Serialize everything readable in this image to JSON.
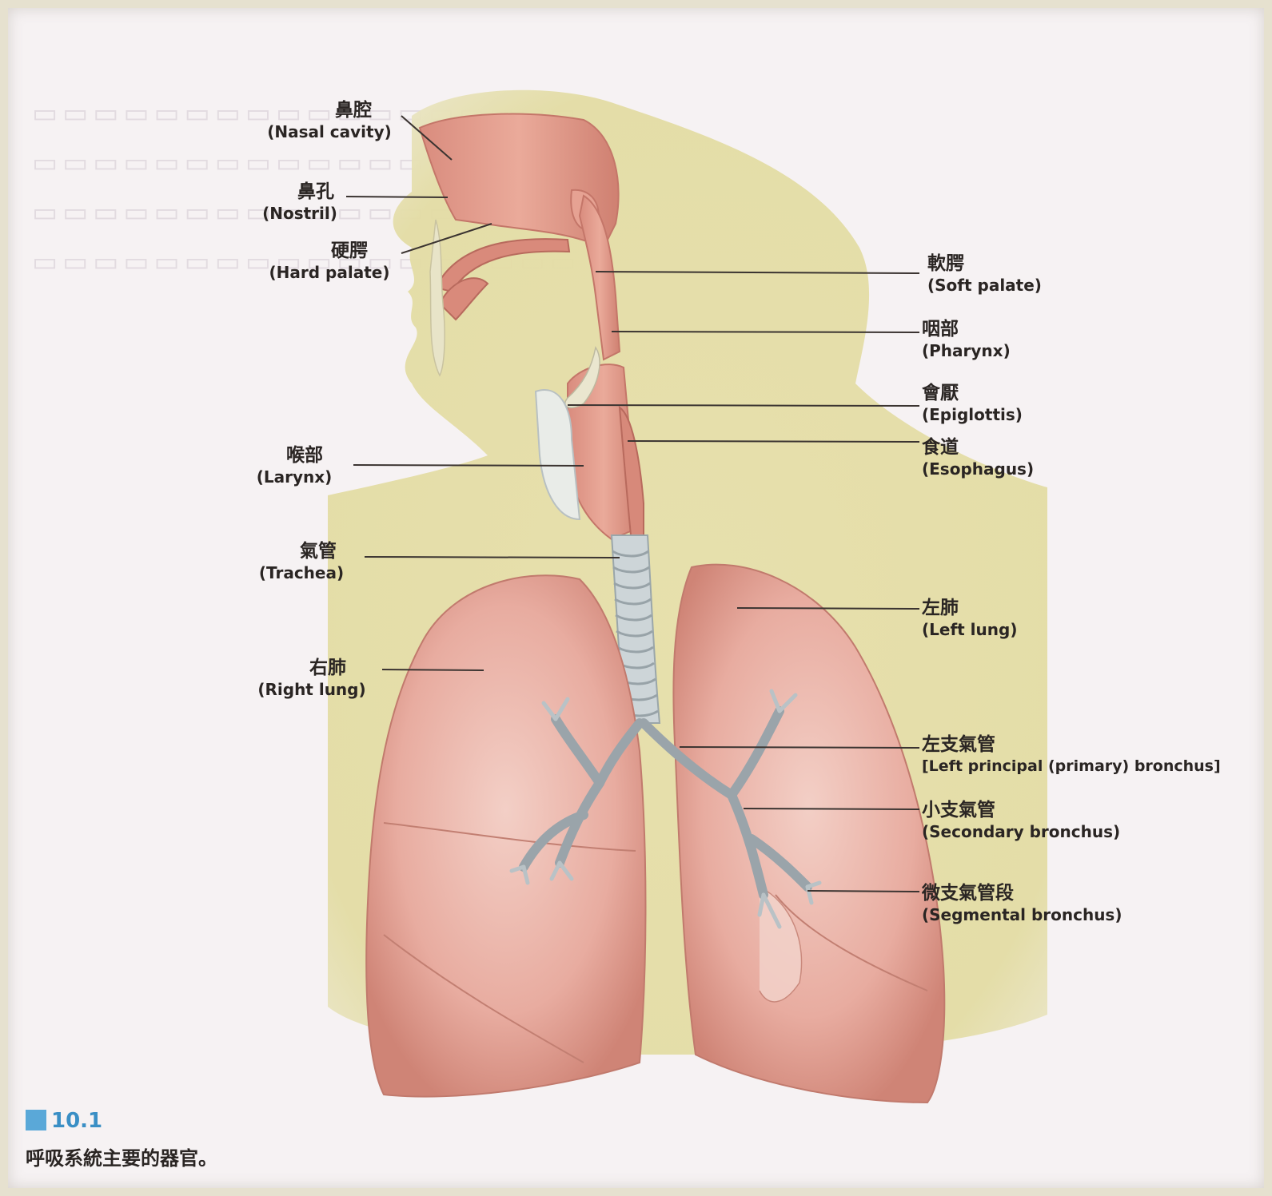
{
  "labels": {
    "nasal_cavity": {
      "zh": "鼻腔",
      "en": "(Nasal cavity)"
    },
    "nostril": {
      "zh": "鼻孔",
      "en": "(Nostril)"
    },
    "hard_palate": {
      "zh": "硬腭",
      "en": "(Hard palate)"
    },
    "soft_palate": {
      "zh": "軟腭",
      "en": "(Soft palate)"
    },
    "pharynx": {
      "zh": "咽部",
      "en": "(Pharynx)"
    },
    "epiglottis": {
      "zh": "會厭",
      "en": "(Epiglottis)"
    },
    "esophagus": {
      "zh": "食道",
      "en": "(Esophagus)"
    },
    "larynx": {
      "zh": "喉部",
      "en": "(Larynx)"
    },
    "trachea": {
      "zh": "氣管",
      "en": "(Trachea)"
    },
    "left_lung": {
      "zh": "左肺",
      "en": "(Left lung)"
    },
    "right_lung": {
      "zh": "右肺",
      "en": "(Right lung)"
    },
    "left_principal_bronchus": {
      "zh": "左支氣管",
      "en": "[Left principal (primary) bronchus]"
    },
    "secondary_bronchus": {
      "zh": "小支氣管",
      "en": "(Secondary bronchus)"
    },
    "segmental_bronchus": {
      "zh": "微支氣管段",
      "en": "(Segmental bronchus)"
    }
  },
  "caption": {
    "number": "10.1",
    "text": "呼吸系統主要的器官。"
  },
  "colors": {
    "body_silhouette": "#e3dca4",
    "tissue": "#e5a091",
    "tissue_dark": "#c97a6c",
    "lung": "#eab3a8",
    "cartilage": "#c9d3d6",
    "leader_line": "#3b3431",
    "caption_blue": "#3a8fc5"
  }
}
